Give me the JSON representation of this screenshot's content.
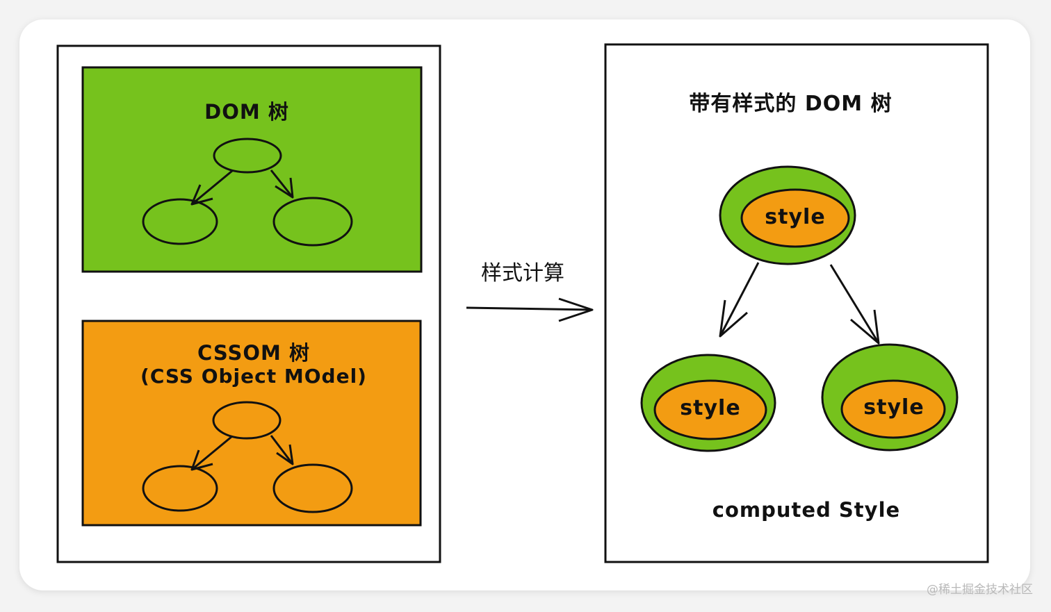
{
  "colors": {
    "dom_box": "#76c21d",
    "cssom_box": "#f39c12",
    "node_green": "#76c21d",
    "node_orange": "#f39c12",
    "stroke": "#111111"
  },
  "left_panel": {
    "dom": {
      "title": "DOM 树"
    },
    "cssom": {
      "title": "CSSOM 树",
      "subtitle": "(CSS Object MOdel)"
    }
  },
  "arrow_label": "样式计算",
  "right_panel": {
    "title": "带有样式的 DOM 树",
    "nodes": [
      {
        "label": "style"
      },
      {
        "label": "style"
      },
      {
        "label": "style"
      }
    ],
    "caption": "computed Style"
  },
  "watermark": "@稀土掘金技术社区"
}
